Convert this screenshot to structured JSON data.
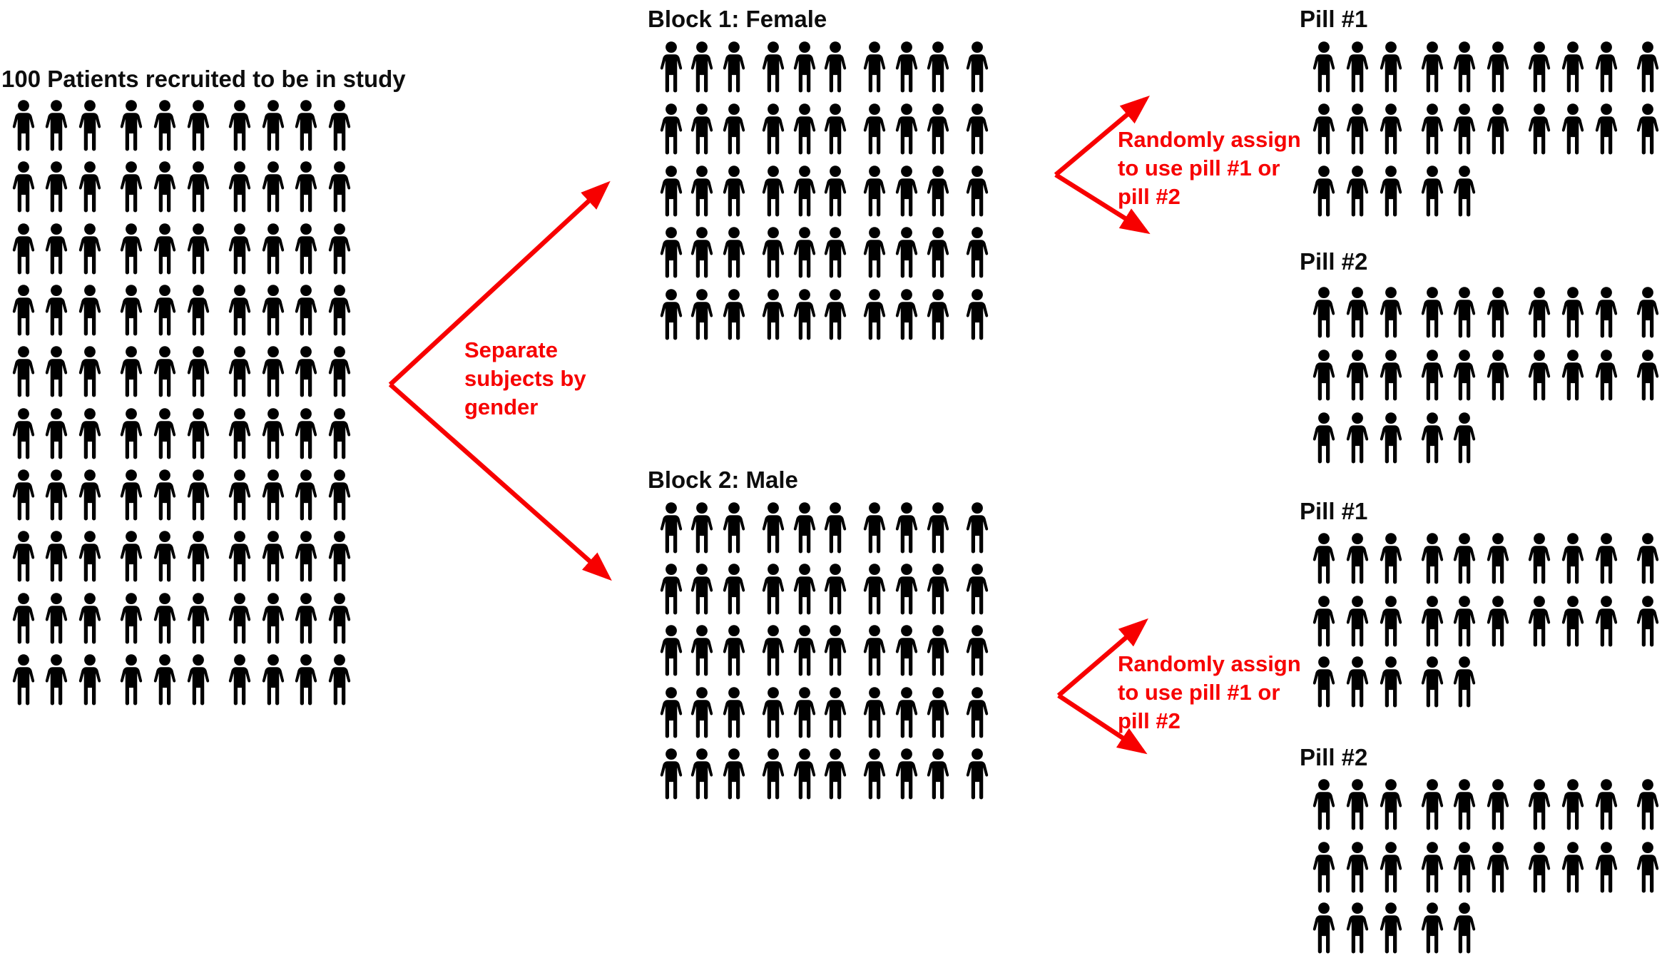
{
  "main_title": "100 Patients recruited to be in study",
  "icon_legend": {
    "P": "female-person-icon-solid-pink",
    "p": "female-person-icon-outlined-pink",
    "B": "male-person-icon-blue"
  },
  "patients_grid": {
    "rows": [
      "PBPBPPPBBP",
      "PPBBPBBBBP",
      "ppBpBBBppB",
      "pBBppBpBpp",
      "pppBBpppBB",
      "pBppBpBppp",
      "pppBpBpBBB",
      "BpBppBBpBB",
      "pppBBpBpBp",
      "PBBBpBpBBB"
    ]
  },
  "blocks": [
    {
      "id": "block1-female",
      "title": "Block 1: Female",
      "rows": [
        "pppppppppp",
        "pppppppppp",
        "pppppppppp",
        "pppppppppp",
        "pppppppppp"
      ]
    },
    {
      "id": "block2-male",
      "title": "Block 2: Male",
      "rows": [
        "BBBBBBBBBB",
        "BBBBBBBBBB",
        "BBBBBBBBBB",
        "BBBBBBBBBB",
        "BBBBBBBBBB"
      ]
    }
  ],
  "pill_groups": [
    {
      "id": "female-pill-1",
      "title": "Pill #1",
      "rows": [
        "pppppppppp",
        "pppppppppp",
        "ppppp"
      ]
    },
    {
      "id": "female-pill-2",
      "title": "Pill #2",
      "rows": [
        "pppppppppp",
        "pppppppppp",
        "ppppp"
      ]
    },
    {
      "id": "male-pill-1",
      "title": "Pill #1",
      "rows": [
        "BBBBBBBBBB",
        "BBBBBBBBBB",
        "BBBBB"
      ]
    },
    {
      "id": "male-pill-2",
      "title": "Pill #2",
      "rows": [
        "BBBBBBBBBB",
        "BBBBBBBBBB",
        "BBBBB"
      ]
    }
  ],
  "annotations": {
    "separate_lines": [
      "Separate",
      "subjects by",
      "gender"
    ],
    "randomize_lines": [
      "Randomly assign",
      "to use pill #1 or",
      "pill #2"
    ]
  },
  "colors": {
    "female_pink_solid": "#fac3f0",
    "female_pink_light": "#f8d6f6",
    "female_pink_border": "#dc8fd8",
    "male_blue": "#2e6da4",
    "male_blue_border": "#9dc3e6",
    "arrow_red": "#f70000",
    "title_black": "#0d0d0d"
  }
}
